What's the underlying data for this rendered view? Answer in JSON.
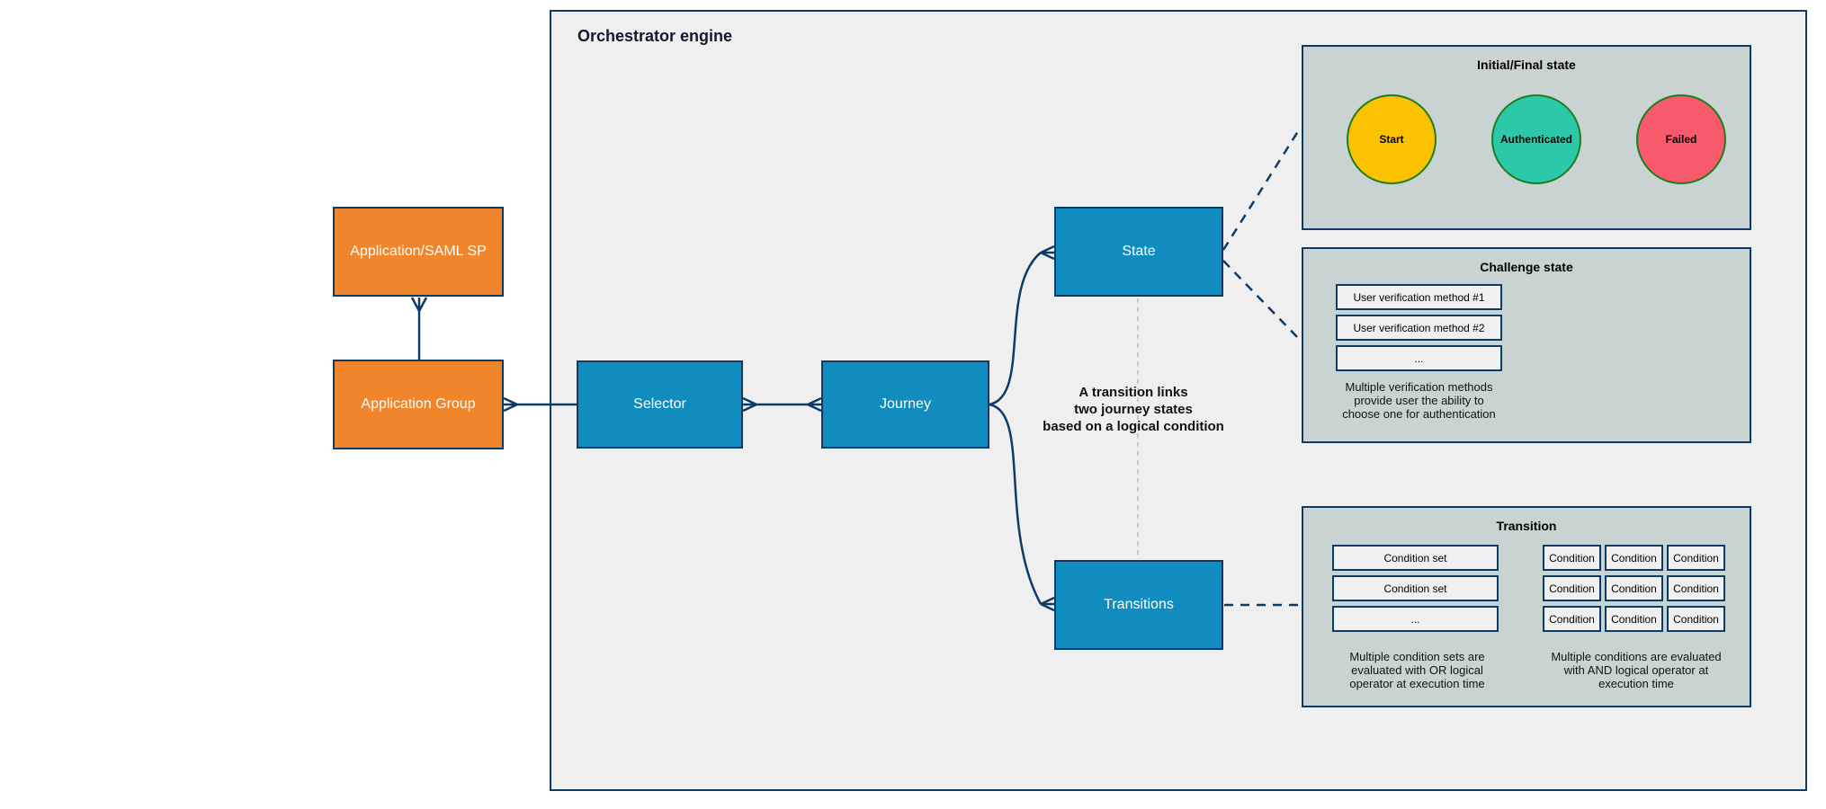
{
  "diagram": {
    "orchestrator_title": "Orchestrator engine"
  },
  "entities": {
    "application_saml_sp": "Application/SAML SP",
    "application_group": "Application Group",
    "selector": "Selector",
    "journey": "Journey",
    "state": "State",
    "transitions": "Transitions"
  },
  "annotation": {
    "text": "A transition links\ntwo journey states\nbased on a logical condition"
  },
  "panels": {
    "initial_final": {
      "title": "Initial/Final state",
      "states": [
        {
          "label": "Start",
          "fill": "#FBC202"
        },
        {
          "label": "Authenticated",
          "fill": "#2BC8A9"
        },
        {
          "label": "Failed",
          "fill": "#F8596B"
        }
      ],
      "circle_border": "#1F7D1F"
    },
    "challenge": {
      "title": "Challenge state",
      "methods": [
        "User verification method #1",
        "User verification method #2",
        "..."
      ],
      "caption": "Multiple verification methods\nprovide user the ability to\nchoose one for authentication"
    },
    "transition": {
      "title": "Transition",
      "condition_sets": [
        "Condition set",
        "Condition set",
        "..."
      ],
      "conditions_grid": [
        [
          "Condition",
          "Condition",
          "Condition"
        ],
        [
          "Condition",
          "Condition",
          "Condition"
        ],
        [
          "Condition",
          "Condition",
          "Condition"
        ]
      ],
      "caption_or": "Multiple condition sets are\nevaluated with OR logical\noperator at execution time",
      "caption_and": "Multiple conditions are evaluated\nwith AND logical operator at\nexecution time"
    }
  },
  "colors": {
    "navy": "#0E3A66",
    "orange": "#F1852C",
    "blue": "#118CBE",
    "orchestrator_fill": "#EFEFEF",
    "container_fill": "#C9D4D2",
    "row_fill": "#F0F0F0",
    "guide_dash_gray": "#BDBDBD"
  }
}
